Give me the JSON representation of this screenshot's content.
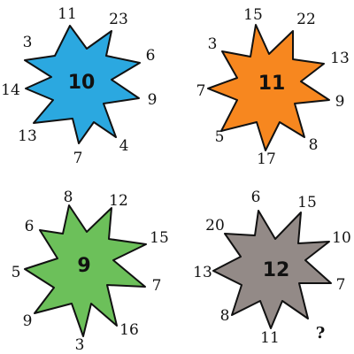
{
  "stars": [
    {
      "id": "top-left",
      "color": "#2ba8e0",
      "center": "10",
      "numbers": [
        "11",
        "23",
        "6",
        "9",
        "4",
        "7",
        "13",
        "14",
        "3"
      ]
    },
    {
      "id": "top-right",
      "color": "#f7871f",
      "center": "11",
      "numbers": [
        "15",
        "22",
        "13",
        "9",
        "8",
        "17",
        "5",
        "7",
        "3"
      ]
    },
    {
      "id": "bottom-left",
      "color": "#6cc05a",
      "center": "9",
      "numbers": [
        "8",
        "12",
        "15",
        "7",
        "16",
        "3",
        "9",
        "5",
        "6"
      ]
    },
    {
      "id": "bottom-right",
      "color": "#938a87",
      "center": "12",
      "numbers": [
        "6",
        "15",
        "10",
        "7",
        "?",
        "11",
        "8",
        "13",
        "20"
      ]
    }
  ]
}
